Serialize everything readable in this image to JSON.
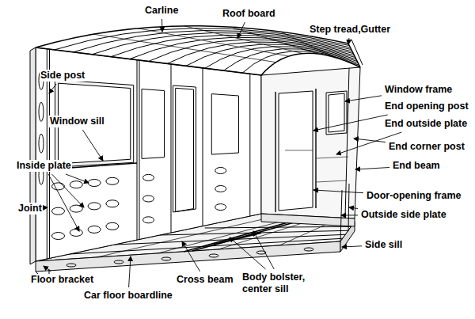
{
  "diagram": {
    "labels": [
      "Carline",
      "Roof board",
      "Step tread,Gutter",
      "Side post",
      "Window frame",
      "End opening post",
      "Window sill",
      "End outside plate",
      "End corner post",
      "Inside plate",
      "End beam",
      "Joint",
      "Door-opening frame",
      "Outside side plate",
      "Side sill",
      "Floor bracket",
      "Cross beam",
      "Car floor boardline",
      "Body bolster, center sill"
    ]
  }
}
